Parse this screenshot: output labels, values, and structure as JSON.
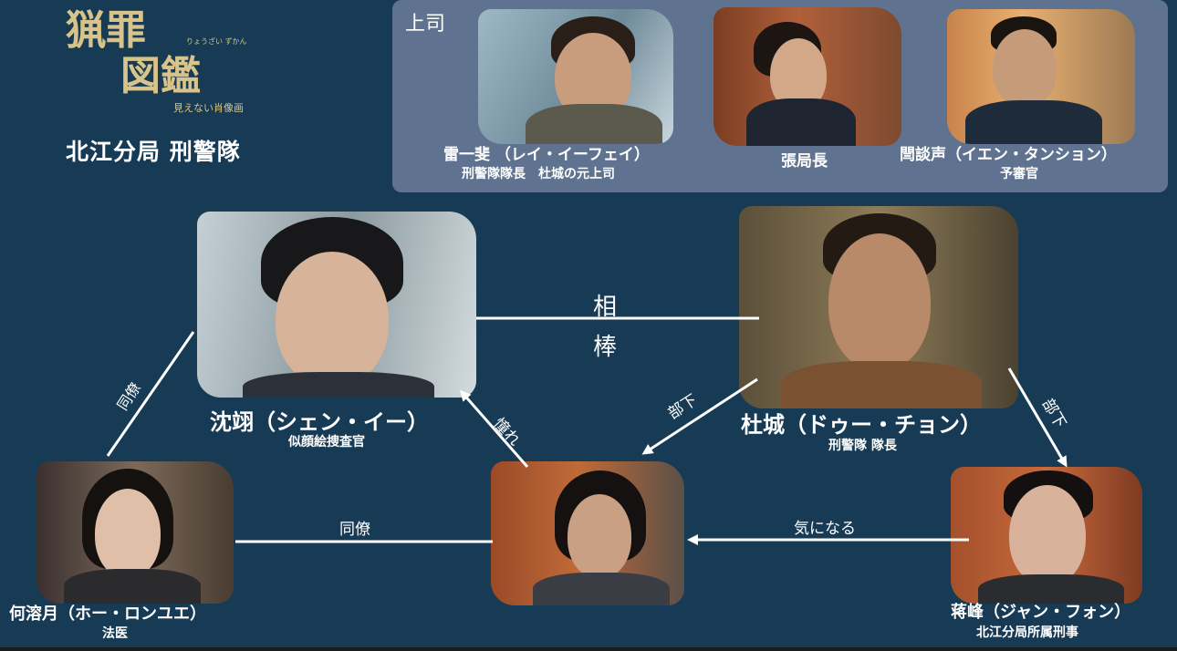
{
  "logo": {
    "line1": "猟罪",
    "line2": "図鑑",
    "ruby": "りょうざい ずかん",
    "subtitle": "見えない肖像画"
  },
  "section_title": "北江分局 刑警隊",
  "superiors": {
    "label": "上司",
    "people": [
      {
        "name": "雷一斐 （レイ・イーフェイ）",
        "role": "刑警隊隊長　杜城の元上司"
      },
      {
        "name": "張局長",
        "role": ""
      },
      {
        "name": "閆談声（イエン・タンション）",
        "role": "予審官"
      }
    ]
  },
  "characters": {
    "shen_yi": {
      "name": "沈翊（シェン・イー）",
      "role": "似顔絵捜査官"
    },
    "du_cheng": {
      "name": "杜城（ドゥー・チョン）",
      "role": "刑警隊 隊長"
    },
    "he_luoyue": {
      "name": "何溶月（ホー・ロンユエ）",
      "role": "法医"
    },
    "jiang_feng": {
      "name": "蒋峰（ジャン・フォン）",
      "role": "北江分局所属刑事"
    }
  },
  "relations": {
    "partner_1": "相",
    "partner_2": "棒",
    "colleague_left": "同僚",
    "colleague_bottom": "同僚",
    "admire": "憧れ",
    "subordinate_left": "部下",
    "subordinate_right": "部下",
    "concern": "気になる"
  }
}
